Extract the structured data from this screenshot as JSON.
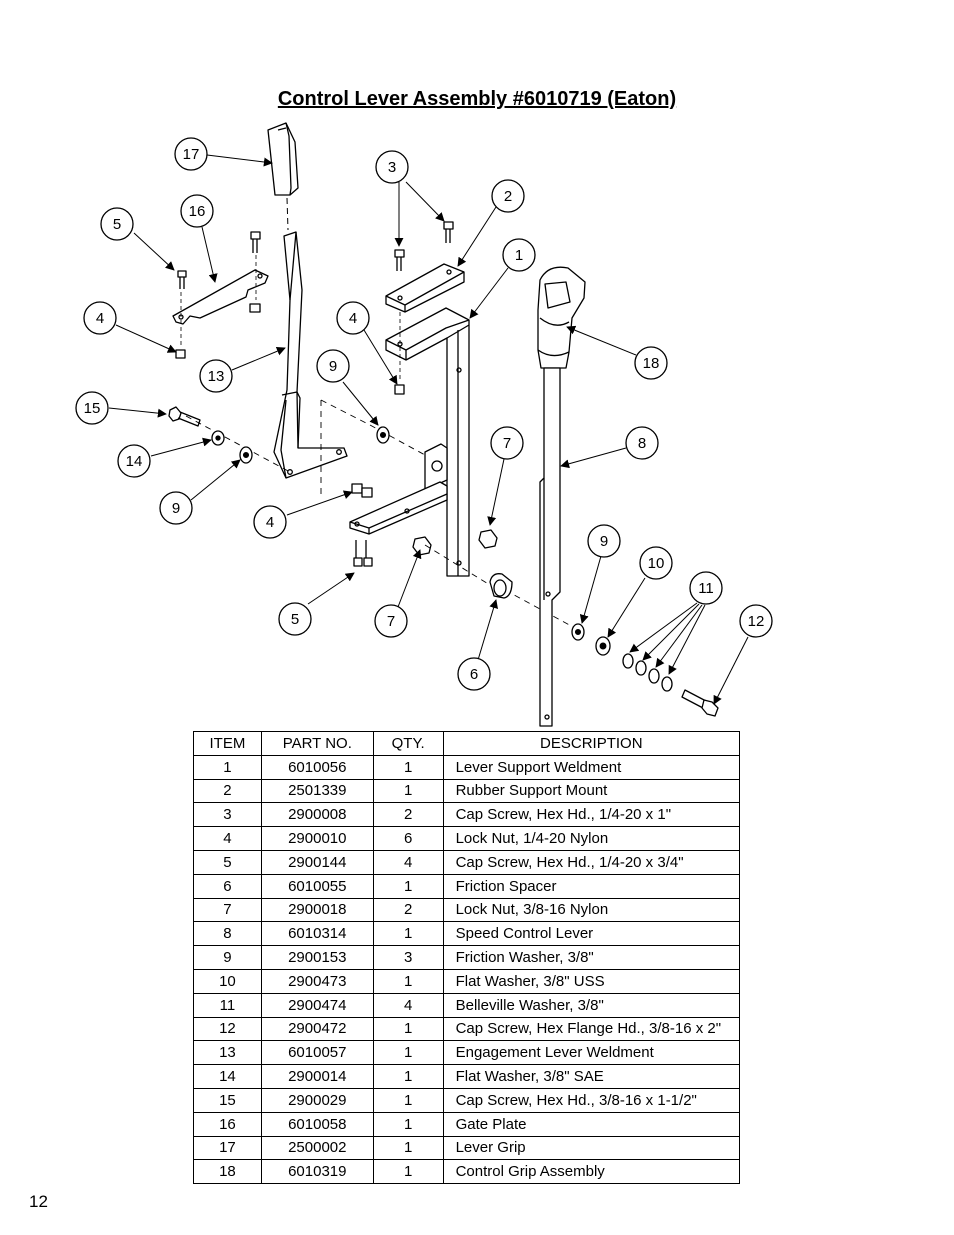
{
  "title": "Control Lever Assembly #6010719 (Eaton)",
  "callouts": [
    {
      "id": "c17",
      "label": "17"
    },
    {
      "id": "c3",
      "label": "3"
    },
    {
      "id": "c2",
      "label": "2"
    },
    {
      "id": "c16",
      "label": "16"
    },
    {
      "id": "c5a",
      "label": "5"
    },
    {
      "id": "c1",
      "label": "1"
    },
    {
      "id": "c4a",
      "label": "4"
    },
    {
      "id": "c4b",
      "label": "4"
    },
    {
      "id": "c18",
      "label": "18"
    },
    {
      "id": "c13",
      "label": "13"
    },
    {
      "id": "c9a",
      "label": "9"
    },
    {
      "id": "c15",
      "label": "15"
    },
    {
      "id": "c7a",
      "label": "7"
    },
    {
      "id": "c8",
      "label": "8"
    },
    {
      "id": "c14",
      "label": "14"
    },
    {
      "id": "c9b",
      "label": "9"
    },
    {
      "id": "c4c",
      "label": "4"
    },
    {
      "id": "c9c",
      "label": "9"
    },
    {
      "id": "c10",
      "label": "10"
    },
    {
      "id": "c11",
      "label": "11"
    },
    {
      "id": "c5b",
      "label": "5"
    },
    {
      "id": "c7b",
      "label": "7"
    },
    {
      "id": "c12",
      "label": "12"
    },
    {
      "id": "c6",
      "label": "6"
    }
  ],
  "table": {
    "headers": [
      "ITEM",
      "PART NO.",
      "QTY.",
      "DESCRIPTION"
    ],
    "rows": [
      [
        "1",
        "6010056",
        "1",
        "Lever Support Weldment"
      ],
      [
        "2",
        "2501339",
        "1",
        "Rubber Support Mount"
      ],
      [
        "3",
        "2900008",
        "2",
        "Cap Screw, Hex Hd., 1/4-20 x 1\""
      ],
      [
        "4",
        "2900010",
        "6",
        "Lock Nut, 1/4-20 Nylon"
      ],
      [
        "5",
        "2900144",
        "4",
        "Cap Screw, Hex Hd., 1/4-20 x 3/4\""
      ],
      [
        "6",
        "6010055",
        "1",
        "Friction Spacer"
      ],
      [
        "7",
        "2900018",
        "2",
        "Lock Nut, 3/8-16 Nylon"
      ],
      [
        "8",
        "6010314",
        "1",
        "Speed Control Lever"
      ],
      [
        "9",
        "2900153",
        "3",
        "Friction Washer, 3/8\""
      ],
      [
        "10",
        "2900473",
        "1",
        "Flat Washer, 3/8\" USS"
      ],
      [
        "11",
        "2900474",
        "4",
        "Belleville Washer, 3/8\""
      ],
      [
        "12",
        "2900472",
        "1",
        "Cap Screw, Hex Flange Hd., 3/8-16 x 2\""
      ],
      [
        "13",
        "6010057",
        "1",
        "Engagement Lever Weldment"
      ],
      [
        "14",
        "2900014",
        "1",
        "Flat Washer, 3/8\" SAE"
      ],
      [
        "15",
        "2900029",
        "1",
        "Cap Screw, Hex Hd., 3/8-16 x 1-1/2\""
      ],
      [
        "16",
        "6010058",
        "1",
        "Gate Plate"
      ],
      [
        "17",
        "2500002",
        "1",
        "Lever Grip"
      ],
      [
        "18",
        "6010319",
        "1",
        "Control Grip Assembly"
      ]
    ]
  },
  "page_number": "12"
}
